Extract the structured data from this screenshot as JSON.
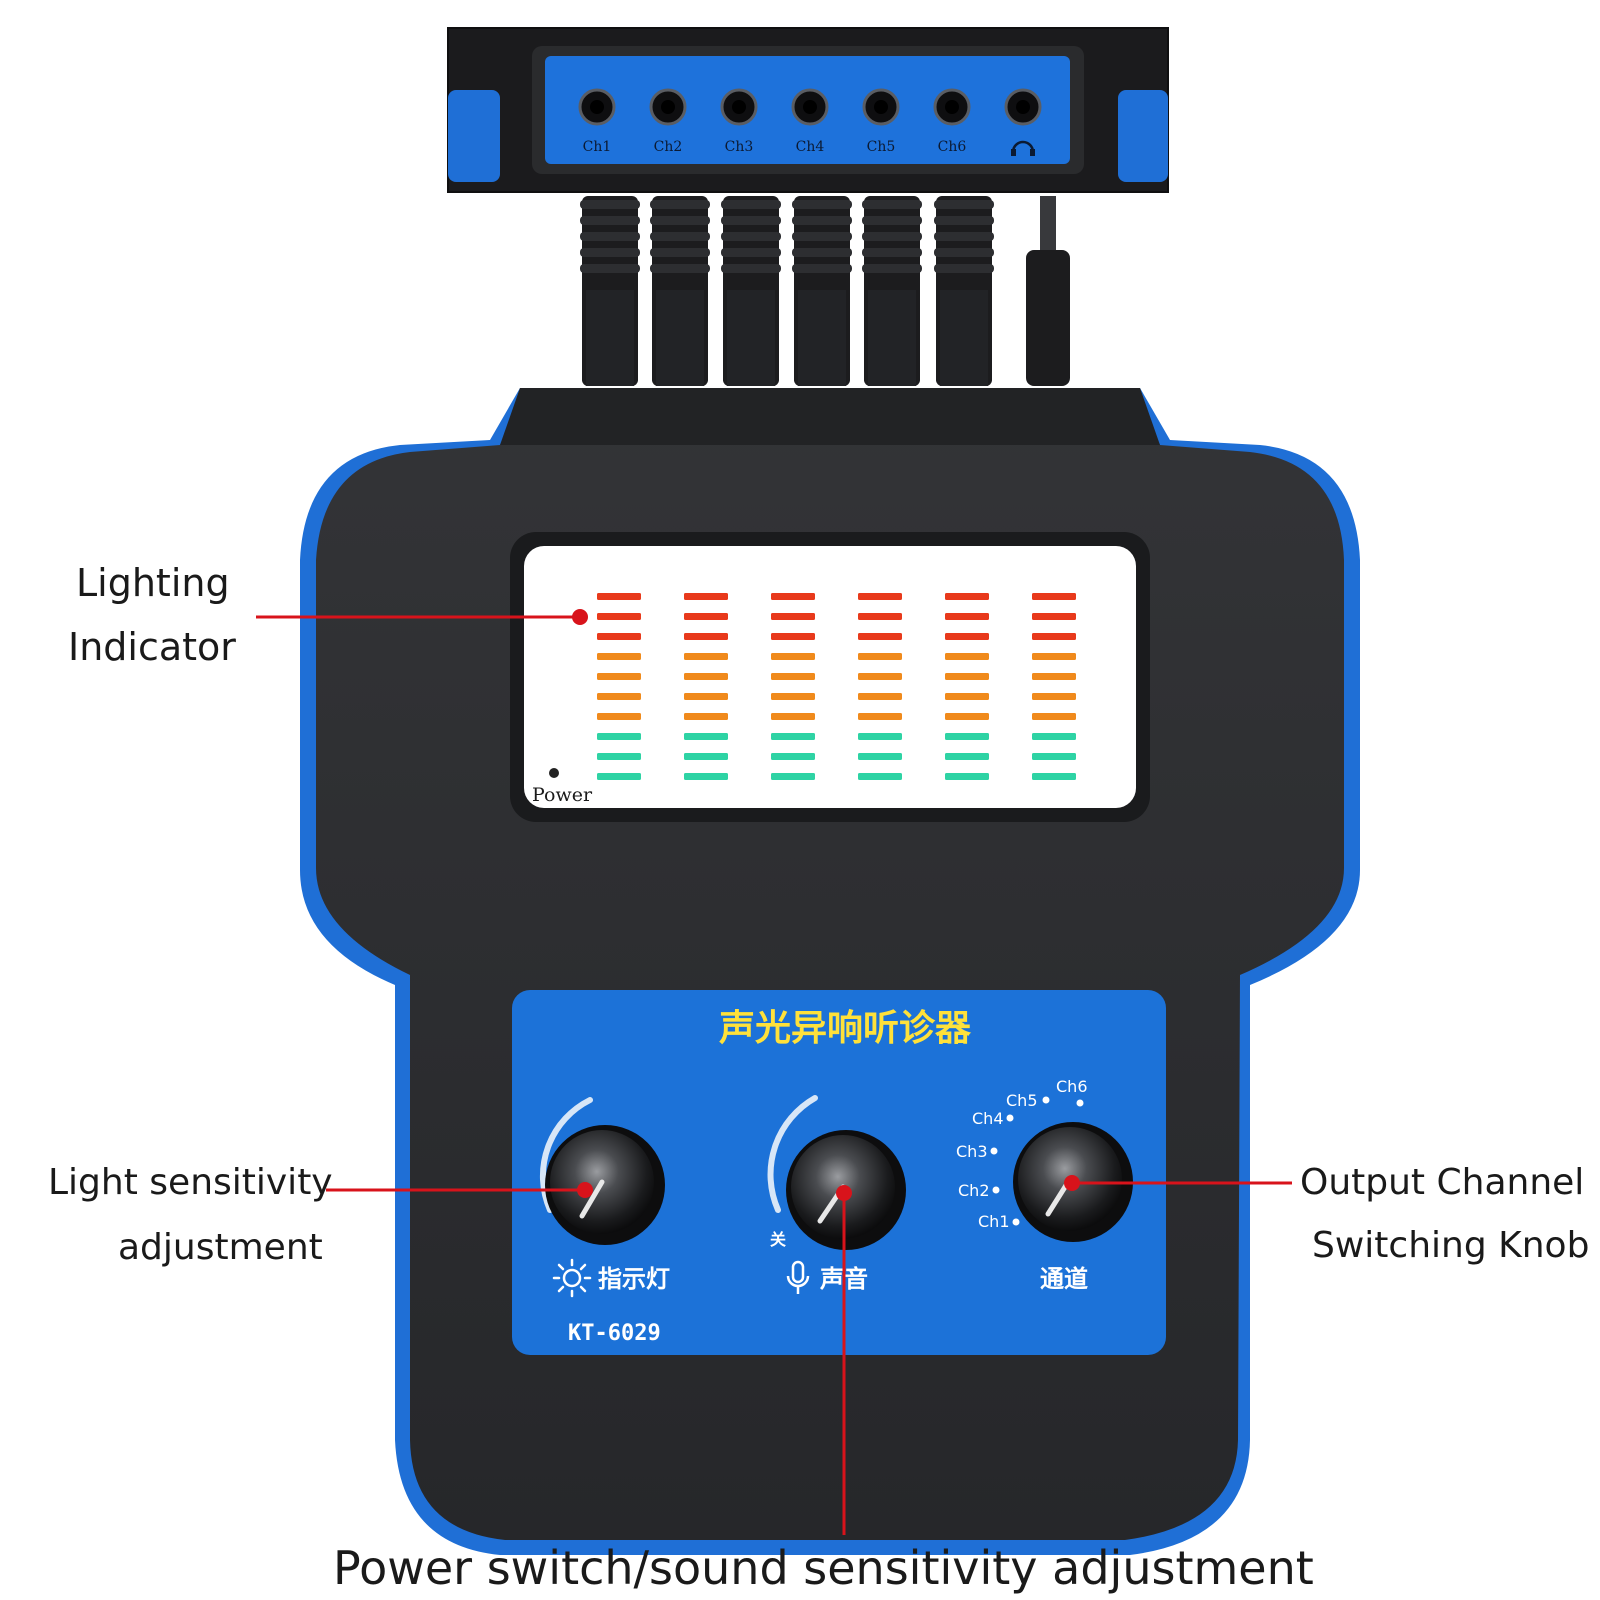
{
  "ports": {
    "labels": [
      "Ch1",
      "Ch2",
      "Ch3",
      "Ch4",
      "Ch5",
      "Ch6"
    ],
    "headphone_icon": "headphone-icon"
  },
  "display": {
    "power_label": "Power",
    "columns": 6,
    "segments_per_column": 10,
    "segment_colors": [
      "#e8391b",
      "#e8391b",
      "#e8391b",
      "#f08a1c",
      "#f08a1c",
      "#f08a1c",
      "#f08a1c",
      "#2ed3a4",
      "#2ed3a4",
      "#2ed3a4"
    ]
  },
  "panel": {
    "title": "声光异响听诊器",
    "model": "KT-6029",
    "knob_light_label": "指示灯",
    "knob_sound_label": "声音",
    "knob_sound_off": "关",
    "knob_channel_label": "通道",
    "channel_marks": [
      "Ch1",
      "Ch2",
      "Ch3",
      "Ch4",
      "Ch5",
      "Ch6"
    ]
  },
  "callouts": {
    "lighting_indicator": [
      "Lighting",
      "Indicator"
    ],
    "light_sensitivity": [
      "Light sensitivity",
      "adjustment"
    ],
    "output_channel": [
      "Output Channel",
      "Switching Knob"
    ],
    "power_switch": "Power switch/sound sensitivity adjustment"
  },
  "colors": {
    "body": "#2b2c2e",
    "bumper": "#1f6fd6",
    "panel_blue": "#1c72d8",
    "title_yellow": "#ffe13a",
    "callout_red": "#d8131b"
  }
}
